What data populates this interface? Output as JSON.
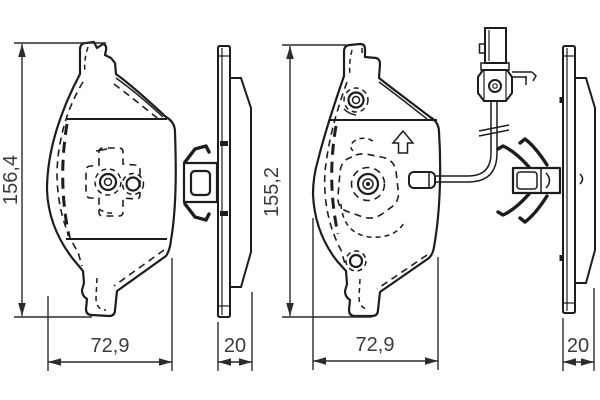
{
  "drawing": {
    "type": "brake-pad-technical-drawing",
    "colors": {
      "background": "#ffffff",
      "line": "#1d1d1d",
      "dimension_text": "#3b3b3b"
    },
    "dimensions": {
      "outer": {
        "height": "156,4",
        "width": "72,9",
        "thickness": "20"
      },
      "inner": {
        "height": "155,2",
        "width": "72,9",
        "thickness": "20"
      }
    }
  }
}
